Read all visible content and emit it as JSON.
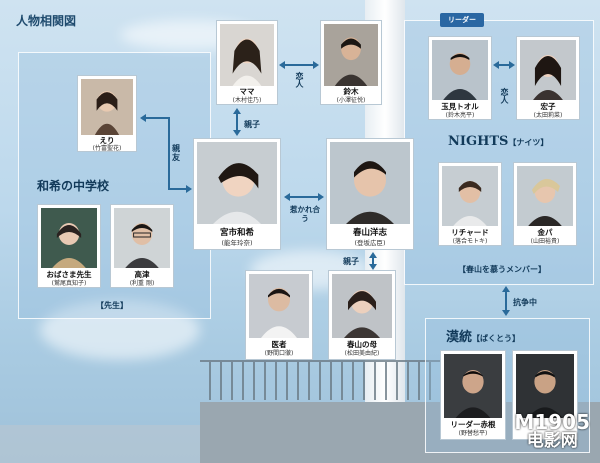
{
  "diagram_title": "人物相関図",
  "groups": {
    "school": "和希の中学校",
    "teachers_note": "【先生】",
    "nights": "NIGHTS",
    "nights_kana": "【ナイツ】",
    "nights_note": "【春山を慕うメンバー】",
    "bakuto": "漠統",
    "bakuto_kana": "【ばくとう】",
    "leader_badge": "リーダー"
  },
  "relations": {
    "shinyu": "親友",
    "oyako1": "親子",
    "koibito1": "恋人",
    "koibito2": "恋人",
    "hikare": "惹かれ合う",
    "oyako2": "親子",
    "kousou": "抗争中"
  },
  "people": {
    "eri": {
      "name": "えり",
      "actor": "(竹富聖花)"
    },
    "mama": {
      "name": "ママ",
      "actor": "(木村佳乃)"
    },
    "suzuki": {
      "name": "鈴木",
      "actor": "(小澤征悦)"
    },
    "tamami": {
      "name": "玉見トオル",
      "actor": "(鈴木亮平)"
    },
    "hiroko": {
      "name": "宏子",
      "actor": "(太田莉菜)"
    },
    "kazuki": {
      "name": "宮市和希",
      "actor": "(能年玲奈)"
    },
    "haruyama": {
      "name": "春山洋志",
      "actor": "(登坂広臣)"
    },
    "richard": {
      "name": "リチャード",
      "actor": "(落合モトキ)"
    },
    "kinpa": {
      "name": "金パ",
      "actor": "(山田裕貴)"
    },
    "obasama": {
      "name": "おばさま先生",
      "actor": "(鷲尾真知子)"
    },
    "takatsu": {
      "name": "高津",
      "actor": "(利重 剛)"
    },
    "isha": {
      "name": "医者",
      "actor": "(野間口徹)"
    },
    "haha": {
      "name": "春山の母",
      "actor": "(松田美由紀)"
    },
    "akane": {
      "name": "リーダー赤根",
      "actor": "(野替愁平)"
    },
    "bakuto2": {
      "name": "",
      "actor": ""
    }
  },
  "watermark": {
    "line1": "M1905",
    "line2": "电影网"
  }
}
